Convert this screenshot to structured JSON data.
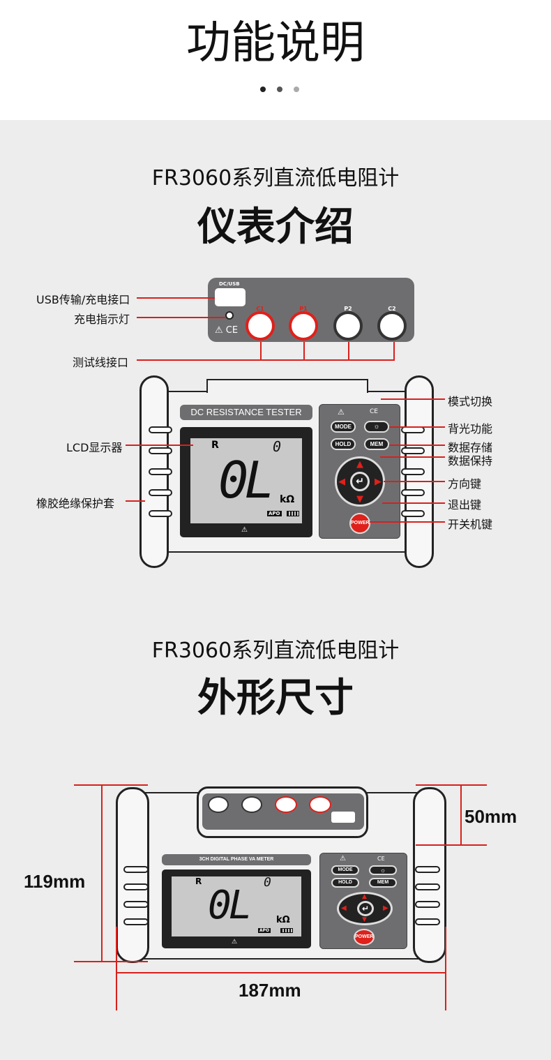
{
  "header": {
    "title": "功能说明",
    "dots": [
      "#222222",
      "#555555",
      "#aaaaaa"
    ]
  },
  "intro": {
    "subtitle": "FR3060系列直流低电阻计",
    "title": "仪表介绍"
  },
  "top_panel": {
    "port_label": "DC/USB",
    "jacks": [
      {
        "label": "C1",
        "color": "#e0201a"
      },
      {
        "label": "P1",
        "color": "#e0201a"
      },
      {
        "label": "P2",
        "color": "#333333"
      },
      {
        "label": "C2",
        "color": "#333333"
      }
    ],
    "marks": "⚠ CE"
  },
  "callouts_left": {
    "usb": "USB传输/充电接口",
    "charge_led": "充电指示灯",
    "test_leads": "测试线接口",
    "lcd": "LCD显示器",
    "rubber": "橡胶绝缘保护套"
  },
  "callouts_right": {
    "mode": "模式切换",
    "backlight": "背光功能",
    "mem": "数据存储",
    "hold": "数据保持",
    "arrows": "方向键",
    "exit": "退出键",
    "power": "开关机键"
  },
  "device1": {
    "name": "DC RESISTANCE TESTER",
    "lcd": {
      "mode": "R",
      "small": "0",
      "main": "0L",
      "unit": "kΩ",
      "apo": "APO"
    },
    "buttons": {
      "mode": "MODE",
      "backlight": "☼",
      "hold": "HOLD",
      "mem": "MEM",
      "power": "POWER"
    }
  },
  "dims_section": {
    "subtitle": "FR3060系列直流低电阻计",
    "title": "外形尺寸"
  },
  "device2": {
    "name": "3CH DIGITAL PHASE VA METER",
    "lcd": {
      "mode": "R",
      "small": "0",
      "main": "0L",
      "unit": "kΩ",
      "apo": "APO"
    },
    "buttons": {
      "mode": "MODE",
      "backlight": "☼",
      "hold": "HOLD",
      "mem": "MEM",
      "power": "POWER"
    }
  },
  "dimensions": {
    "height": "119mm",
    "depth": "50mm",
    "width": "187mm"
  },
  "accent": "#d8201c"
}
